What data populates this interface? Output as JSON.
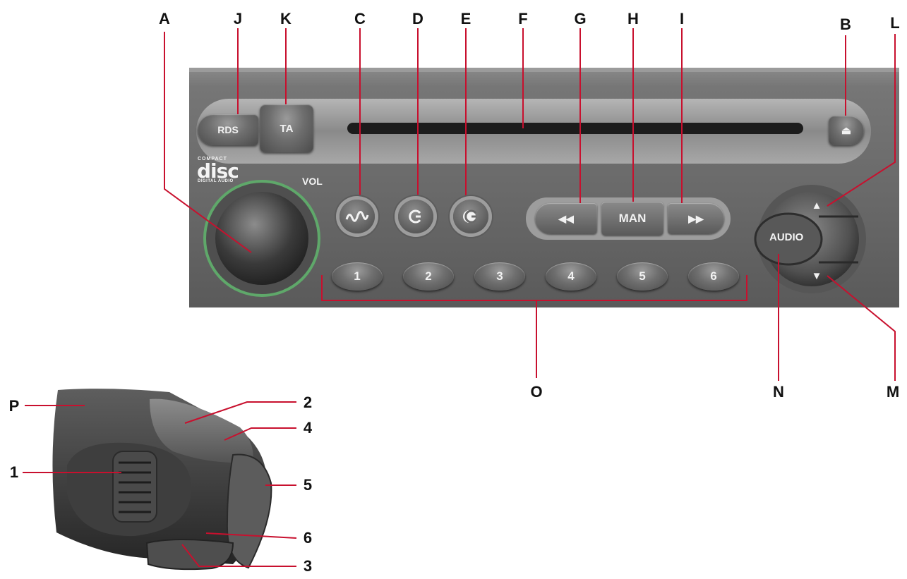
{
  "callouts": {
    "A": "A",
    "B": "B",
    "C": "C",
    "D": "D",
    "E": "E",
    "F": "F",
    "G": "G",
    "H": "H",
    "I": "I",
    "J": "J",
    "K": "K",
    "L": "L",
    "M": "M",
    "N": "N",
    "O": "O",
    "P": "P",
    "n1": "1",
    "n2": "2",
    "n3": "3",
    "n4": "4",
    "n5": "5",
    "n6": "6"
  },
  "radio": {
    "brand_small_top": "COMPACT",
    "brand_logo": "disc",
    "brand_small_bottom": "DIGITAL AUDIO",
    "vol_label": "VOL",
    "rds_label": "RDS",
    "ta_label": "TA",
    "man_label": "MAN",
    "audio_label": "AUDIO",
    "presets": [
      "1",
      "2",
      "3",
      "4",
      "5",
      "6"
    ]
  },
  "colors": {
    "leader_line": "#c8102e",
    "panel": "#6b6b6b",
    "volume_ring": "#5fa86a"
  }
}
